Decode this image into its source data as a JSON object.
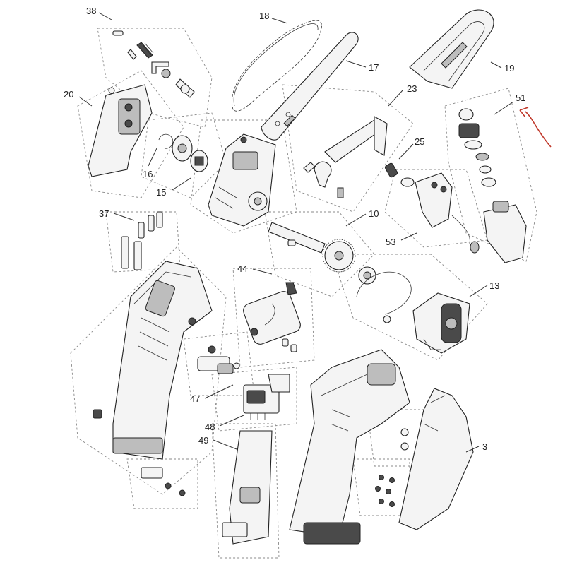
{
  "callouts": {
    "c38": "38",
    "c18": "18",
    "c17": "17",
    "c19": "19",
    "c20": "20",
    "c23": "23",
    "c51": "51",
    "c16": "16",
    "c25": "25",
    "c15": "15",
    "c37": "37",
    "c10": "10",
    "c53": "53",
    "c44": "44",
    "c13": "13",
    "c47": "47",
    "c48": "48",
    "c49": "49",
    "c3": "3"
  },
  "colors": {
    "annotation_arrow": "#c0392b",
    "linework": "#222222"
  }
}
